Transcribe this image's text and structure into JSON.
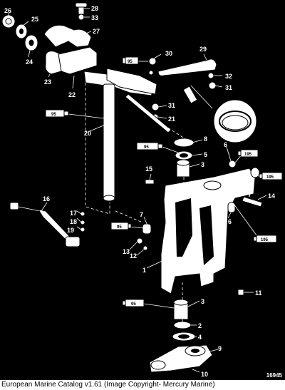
{
  "caption": "European Marine Catalog v1.61 (Image Copyright- Mercury Marine)",
  "reference_number": "16945",
  "tube_label": "95",
  "tube_label_alt": "195",
  "callouts": [
    "26",
    "25",
    "24",
    "28",
    "33",
    "27",
    "23",
    "22",
    "30",
    "29",
    "32",
    "31",
    "31",
    "21",
    "20",
    "8",
    "5",
    "6",
    "3",
    "15",
    "16",
    "17",
    "18",
    "19",
    "7",
    "14",
    "7",
    "13",
    "12",
    "6",
    "1",
    "11",
    "3",
    "2",
    "4",
    "9",
    "10"
  ]
}
